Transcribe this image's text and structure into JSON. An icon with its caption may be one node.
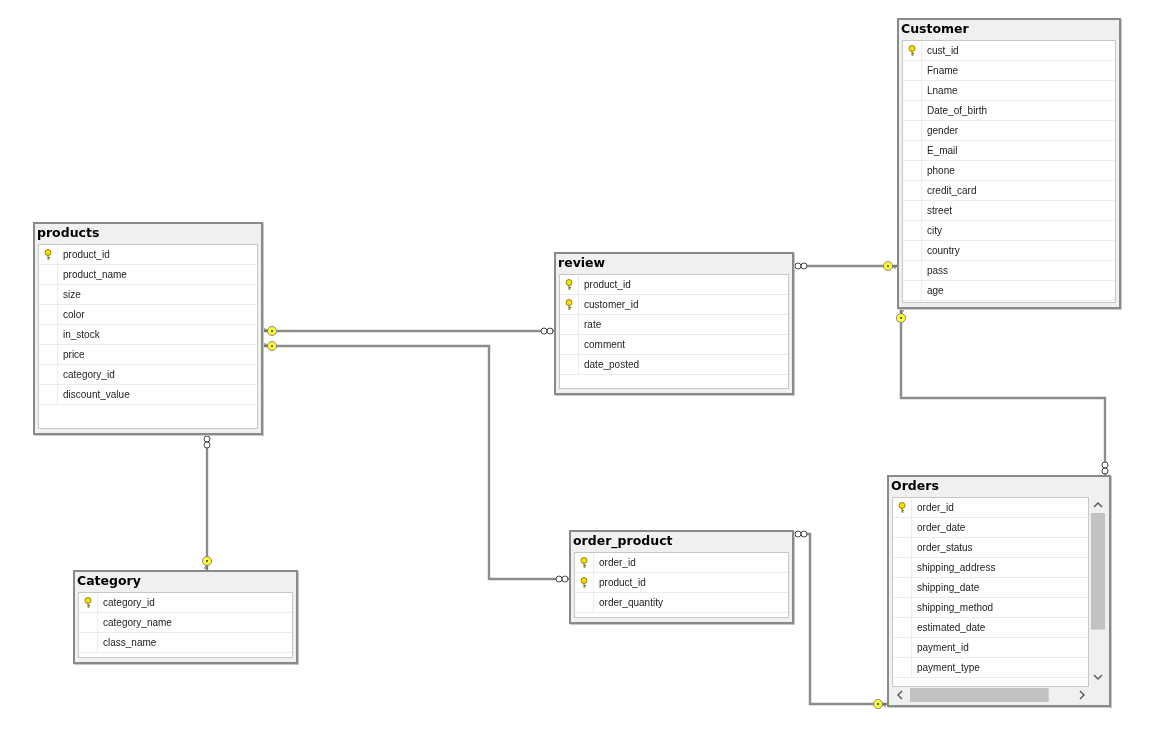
{
  "diagram": {
    "nodes": [
      {
        "text": [
          "Customer",
          "cust_id",
          "Fname",
          "Lname",
          "Date_of_birth",
          "gender",
          "E_mail",
          "phone",
          "credit_card",
          "street",
          "city",
          "country",
          "pass",
          "age"
        ]
      },
      {
        "text": [
          "products",
          "product_id",
          "product_name",
          "size",
          "color",
          "in_stock",
          "price",
          "category_id",
          "discount_value"
        ]
      },
      {
        "text": [
          "review",
          "product_id",
          "customer_id",
          "rate",
          "comment",
          "date_posted"
        ]
      },
      {
        "text": [
          "Orders",
          "order_id",
          "order_date",
          "order_status",
          "shipping_address",
          "shipping_date",
          "shipping_method",
          "estimated_date",
          "payment_id",
          "payment_type"
        ]
      },
      {
        "text": [
          "order_product",
          "order_id",
          "product_id",
          "order_quantity"
        ]
      },
      {
        "text": [
          "Category",
          "category_id",
          "category_name",
          "class_name"
        ]
      }
    ],
    "edges": [
      {
        "from": 2,
        "to": 1,
        "arrow": "other"
      },
      {
        "from": 4,
        "to": 1,
        "arrow": "other"
      },
      {
        "from": 1,
        "to": 5,
        "arrow": "other"
      },
      {
        "from": 2,
        "to": 0,
        "arrow": "other"
      },
      {
        "from": 3,
        "to": 0,
        "arrow": "other"
      },
      {
        "from": 4,
        "to": 3,
        "arrow": "other"
      }
    ]
  }
}
